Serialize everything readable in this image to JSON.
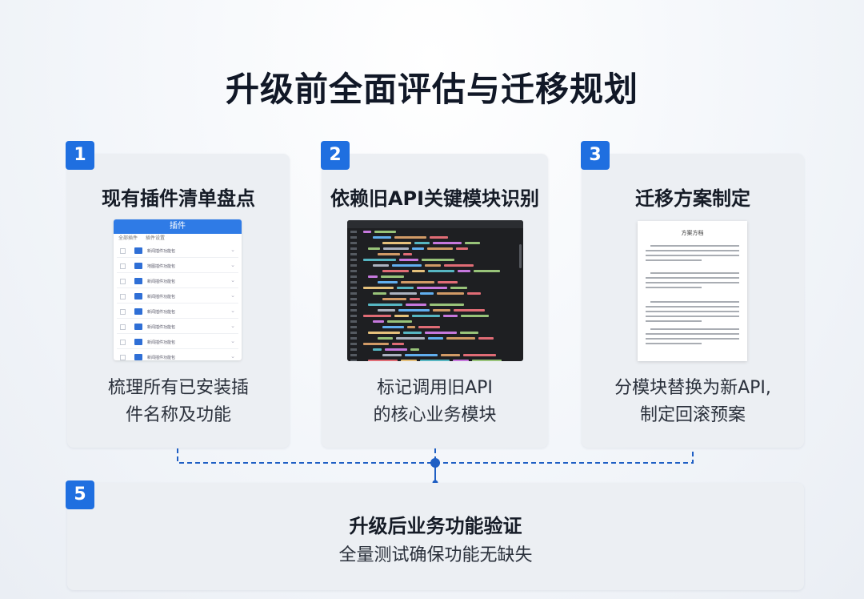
{
  "title": "升级前全面评估与迁移规划",
  "steps": [
    {
      "num": "1",
      "title": "现有插件清单盘点",
      "desc_lines": [
        "梳理所有已安装插",
        "件名称及功能"
      ]
    },
    {
      "num": "2",
      "title": "依赖旧API关键模块识别",
      "desc_lines": [
        "标记调用旧API",
        "的核心业务模块"
      ]
    },
    {
      "num": "3",
      "title": "迁移方案制定",
      "desc_lines": [
        "分模块替换为新API,",
        "制定回滚预案"
      ]
    },
    {
      "num": "5",
      "title": "升级后业务功能验证",
      "desc": "全量测试确保功能无缺失"
    }
  ],
  "plugin_panel": {
    "header": "插件",
    "tabs": [
      "全部插件",
      "插件设置"
    ],
    "rows": [
      "新闻插件功能包",
      "地图插件功能包",
      "新闻插件功能包",
      "新闻插件功能包",
      "新闻插件功能包",
      "新闻插件功能包",
      "新闻插件功能包",
      "新闻插件功能包"
    ]
  },
  "doc_panel": {
    "title": "方案方档"
  },
  "colors": {
    "accent": "#1f6fe0",
    "connector": "#1f5fc4"
  }
}
